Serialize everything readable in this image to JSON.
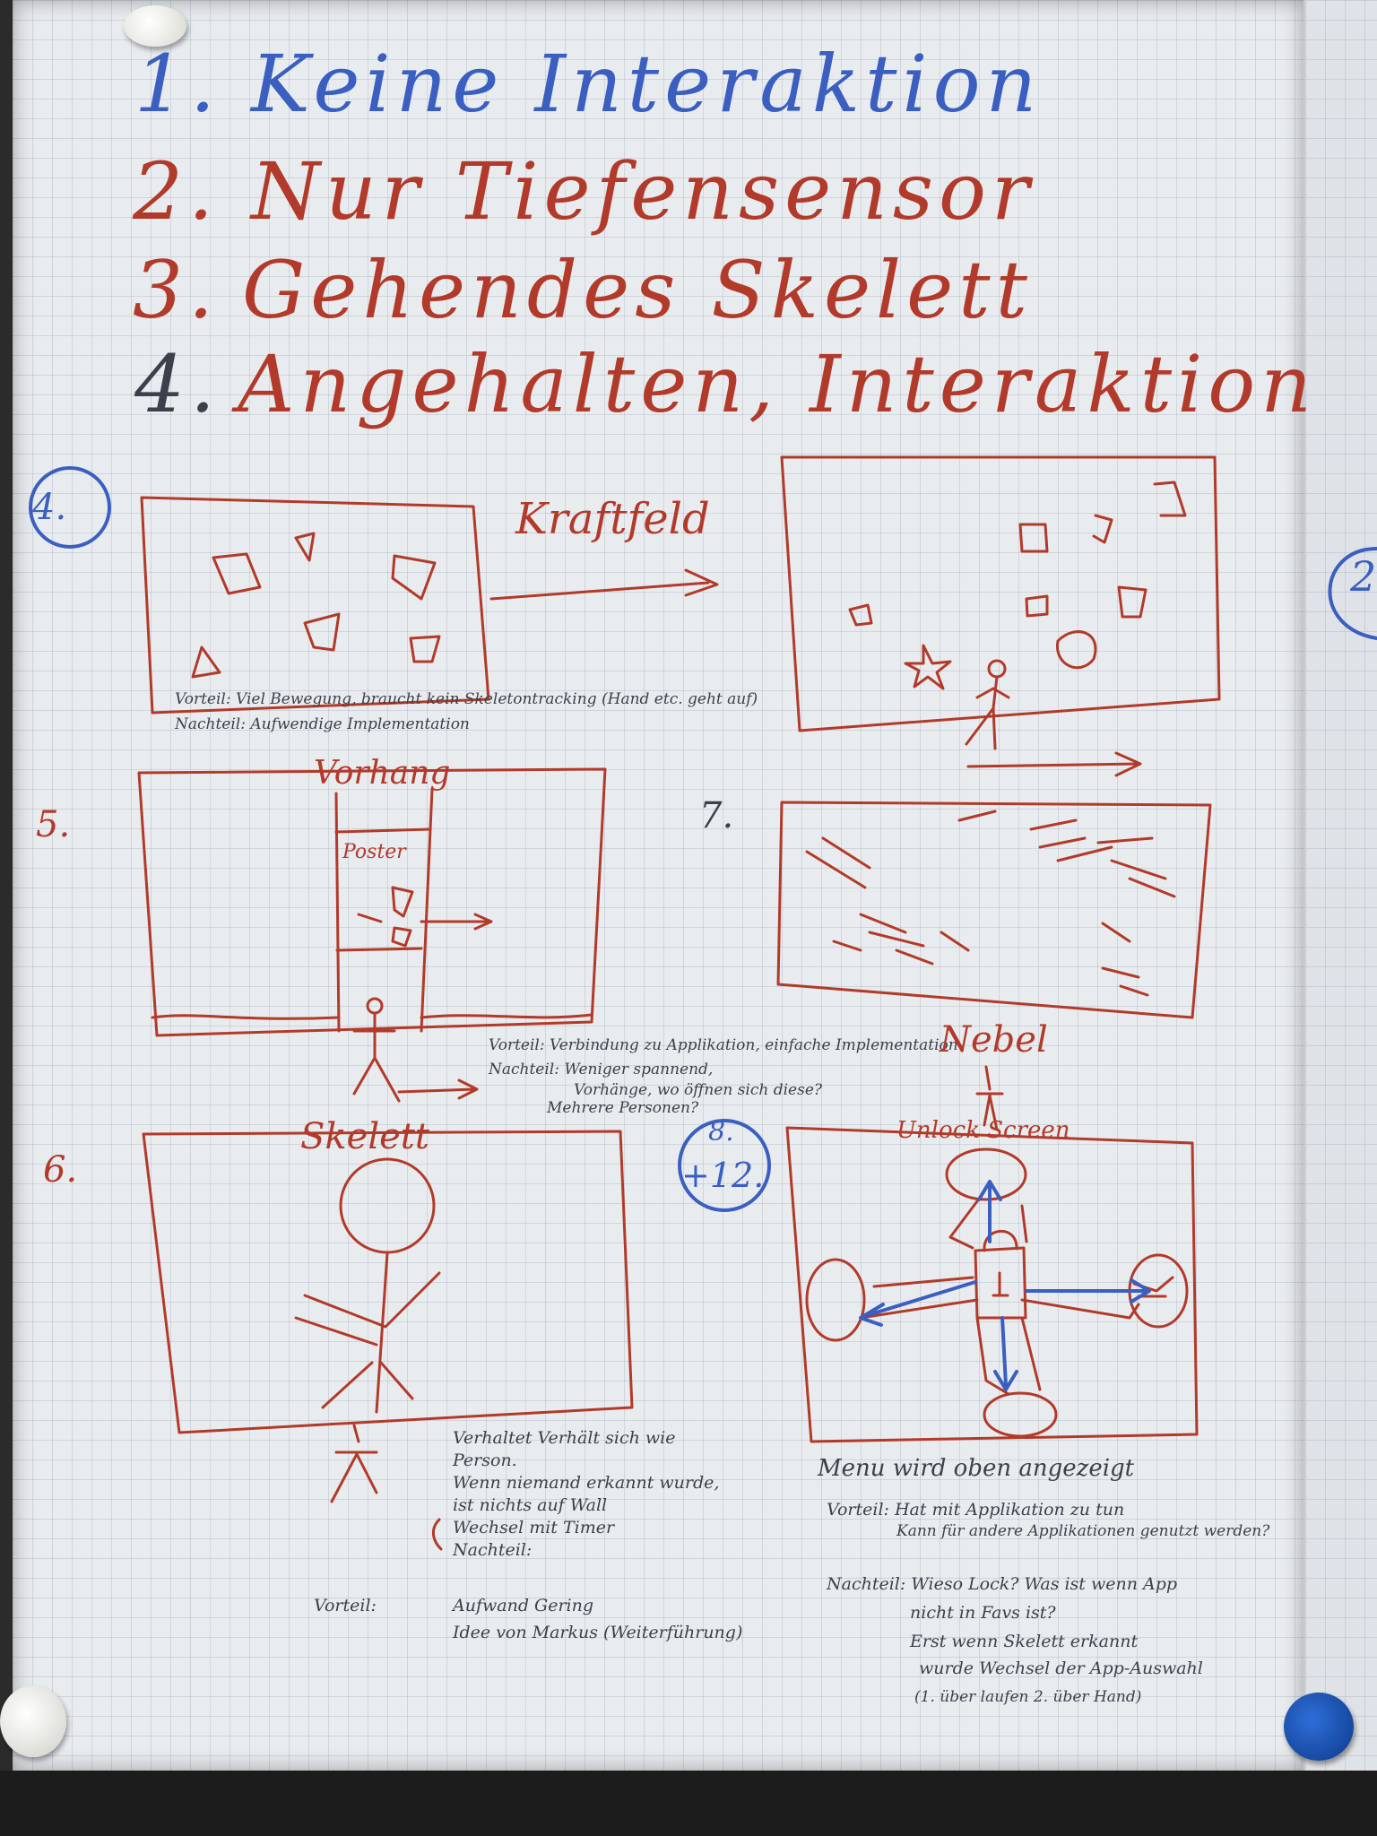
{
  "title_list": [
    {
      "number": "1.",
      "text": "Keine Interaktion"
    },
    {
      "number": "2.",
      "text": "Nur Tiefensensor"
    },
    {
      "number": "3.",
      "text": "Gehendes Skelett"
    },
    {
      "number": "4.",
      "text": "Angehalten, Interaktion"
    }
  ],
  "sketches": {
    "s4": {
      "number": "4.",
      "label": "Kraftfeld",
      "pros": "Vorteil: Viel Bewegung, braucht kein Skeletontracking (Hand etc. geht auf)",
      "cons": "Nachteil: Aufwendige Implementation"
    },
    "s5": {
      "number": "5.",
      "label": "Vorhang",
      "poster": "Poster",
      "pros": "Vorteil: Verbindung zu Applikation, einfache Implementation",
      "cons1": "Nachteil: Weniger spannend,",
      "cons2": "Vorhänge, wo öffnen sich diese?",
      "cons3": "Mehrere Personen?"
    },
    "s7": {
      "number": "7.",
      "label": "Nebel"
    },
    "s6": {
      "number": "6.",
      "label": "Skelett",
      "notes": [
        "Verhaltet Verhält sich wie",
        "Person.",
        "Wenn niemand erkannt wurde,",
        "ist nichts auf Wall",
        "Wechsel mit Timer",
        "Nachteil:"
      ],
      "vorteil_label": "Vorteil:",
      "vorteil_1": "Aufwand Gering",
      "vorteil_2": "Idee von Markus (Weiterführung)"
    },
    "s8": {
      "number": "8.",
      "number2": "+12.",
      "label": "Unlock Screen",
      "notes": [
        "Menu wird oben angezeigt",
        "Vorteil: Hat mit Applikation zu tun",
        "Kann für andere Applikationen genutzt werden?",
        "Nachteil: Wieso Lock? Was ist wenn App",
        "nicht in Favs ist?",
        "Erst wenn Skelett erkannt",
        "wurde Wechsel der App-Auswahl",
        "(1. über laufen 2. über Hand)"
      ]
    }
  },
  "edge_label": "2",
  "colors": {
    "ink_red": "#b23a2a",
    "ink_blue": "#3a5fc0",
    "ink_dark": "#3d3f4a",
    "paper": "#e9ecef"
  }
}
